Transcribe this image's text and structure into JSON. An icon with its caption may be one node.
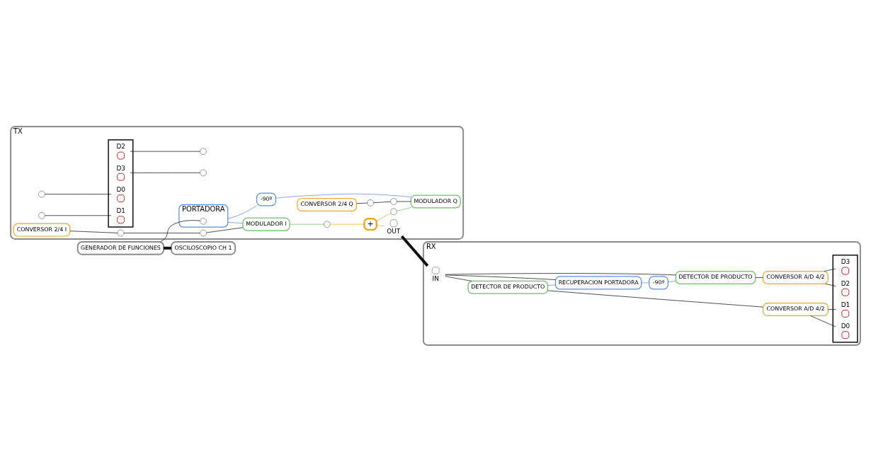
{
  "diagram": {
    "nodes": [
      {
        "text": [
          "TX"
        ]
      },
      {
        "text": [],
        "shape": "circle",
        "in": 0
      },
      {
        "text": [],
        "shape": "circle",
        "in": 0
      },
      {
        "text": [
          "CONVERSOR 2/4 I"
        ],
        "in": 0
      },
      {
        "text": [],
        "shape": "circle",
        "in": 0
      },
      {
        "text": [],
        "shape": "circle",
        "in": 0
      },
      {
        "text": [
          "MODULADOR I"
        ],
        "in": 0
      },
      {
        "text": [],
        "shape": "circle",
        "in": 0
      },
      {
        "text": [
          "+"
        ],
        "in": 0
      },
      {
        "text": [],
        "shape": "circle",
        "in": 0,
        "beside": [
          "OUT"
        ]
      },
      {
        "text": [],
        "shape": "box",
        "in": 0
      },
      {
        "text": [],
        "shape": "circle",
        "in": 10,
        "beside": [
          "D3"
        ]
      },
      {
        "text": [],
        "shape": "circle",
        "in": 10,
        "beside": [
          "D2"
        ]
      },
      {
        "text": [],
        "shape": "circle",
        "in": 10,
        "beside": [
          "D1"
        ]
      },
      {
        "text": [],
        "shape": "circle",
        "in": 10,
        "beside": [
          "D0"
        ]
      },
      {
        "text": [
          "PORTADORA"
        ],
        "in": 0
      },
      {
        "text": [],
        "shape": "circle",
        "in": 15
      },
      {
        "text": [
          "-90º"
        ],
        "in": 0
      },
      {
        "text": [],
        "shape": "circle",
        "in": 0
      },
      {
        "text": [],
        "shape": "circle",
        "in": 0
      },
      {
        "text": [],
        "shape": "circle",
        "in": 0
      },
      {
        "text": [
          "CONVERSOR 2/4 Q"
        ],
        "in": 0
      },
      {
        "text": [],
        "shape": "circle",
        "in": 0
      },
      {
        "text": [],
        "shape": "circle",
        "in": 0
      },
      {
        "text": [
          "MODULADOR Q"
        ],
        "in": 0
      },
      {
        "text": [
          "RX"
        ]
      },
      {
        "text": [],
        "shape": "circle",
        "in": 25,
        "beside": [
          "IN"
        ]
      },
      {
        "text": [
          "DETECTOR DE PRODUCTO"
        ],
        "in": 25
      },
      {
        "text": [
          "CONVERSOR A/D 4/2"
        ],
        "in": 25
      },
      {
        "text": [
          "RECUPERACION PORTADORA"
        ],
        "in": 25
      },
      {
        "text": [
          "-90º"
        ],
        "in": 25
      },
      {
        "text": [
          "DETECTOR DE PRODUCTO"
        ],
        "in": 25
      },
      {
        "text": [
          "CONVERSOR A/D 4/2"
        ],
        "in": 25
      },
      {
        "text": [],
        "shape": "box",
        "in": 25
      },
      {
        "text": [],
        "shape": "circle",
        "in": 33,
        "beside": [
          "D3"
        ]
      },
      {
        "text": [],
        "shape": "circle",
        "in": 33,
        "beside": [
          "D2"
        ]
      },
      {
        "text": [],
        "shape": "circle",
        "in": 33,
        "beside": [
          "D1"
        ]
      },
      {
        "text": [],
        "shape": "circle",
        "in": 33,
        "beside": [
          "D0"
        ]
      },
      {
        "text": [
          "GENERADOR DE FUNCIONES"
        ]
      },
      {
        "text": [
          "OSCILOSCOPIO CH 1"
        ]
      }
    ],
    "edges": [
      {
        "from": 1,
        "to": 13,
        "arrow": "none"
      },
      {
        "from": 2,
        "to": 14,
        "arrow": "none"
      },
      {
        "from": 3,
        "to": 4,
        "arrow": "none"
      },
      {
        "from": 4,
        "to": 5,
        "arrow": "none"
      },
      {
        "from": 5,
        "to": 6,
        "arrow": "none"
      },
      {
        "from": 6,
        "to": 7,
        "arrow": "none",
        "color": "#6abf69"
      },
      {
        "from": 7,
        "to": 8,
        "arrow": "none",
        "color": "#f5a623"
      },
      {
        "from": 8,
        "to": 18,
        "arrow": "none",
        "color": "#f5a623"
      },
      {
        "from": 18,
        "to": 24,
        "arrow": "none",
        "color": "#6abf69"
      },
      {
        "from": 8,
        "to": 9,
        "arrow": "none",
        "color": "#f5a623"
      },
      {
        "from": 15,
        "to": 6,
        "arrow": "none",
        "color": "#5a8ee8"
      },
      {
        "from": 15,
        "to": 17,
        "arrow": "none",
        "color": "#5a8ee8"
      },
      {
        "from": 17,
        "to": 24,
        "arrow": "none",
        "color": "#5a8ee8"
      },
      {
        "from": 11,
        "to": 20,
        "arrow": "none"
      },
      {
        "from": 12,
        "to": 19,
        "arrow": "none"
      },
      {
        "from": 21,
        "to": 22,
        "arrow": "none"
      },
      {
        "from": 22,
        "to": 23,
        "arrow": "none"
      },
      {
        "from": 23,
        "to": 24,
        "arrow": "none"
      },
      {
        "from": 38,
        "to": 16,
        "arrow": "none"
      },
      {
        "from": 38,
        "to": 39,
        "arrow": "none",
        "style": "thick"
      },
      {
        "from": 9,
        "to": 26,
        "arrow": "none",
        "style": "thick"
      },
      {
        "from": 26,
        "to": 27,
        "arrow": "none"
      },
      {
        "from": 26,
        "to": 29,
        "arrow": "none"
      },
      {
        "from": 26,
        "to": 31,
        "arrow": "none"
      },
      {
        "from": 27,
        "to": 29,
        "arrow": "none",
        "color": "#5a8ee8"
      },
      {
        "from": 29,
        "to": 30,
        "arrow": "none",
        "color": "#5a8ee8"
      },
      {
        "from": 30,
        "to": 31,
        "arrow": "none",
        "color": "#5a8ee8"
      },
      {
        "from": 27,
        "to": 28,
        "arrow": "none"
      },
      {
        "from": 31,
        "to": 32,
        "arrow": "none"
      },
      {
        "from": 28,
        "to": 36,
        "arrow": "none"
      },
      {
        "from": 28,
        "to": 37,
        "arrow": "none"
      },
      {
        "from": 32,
        "to": 34,
        "arrow": "none"
      },
      {
        "from": 32,
        "to": 35,
        "arrow": "none"
      }
    ]
  }
}
